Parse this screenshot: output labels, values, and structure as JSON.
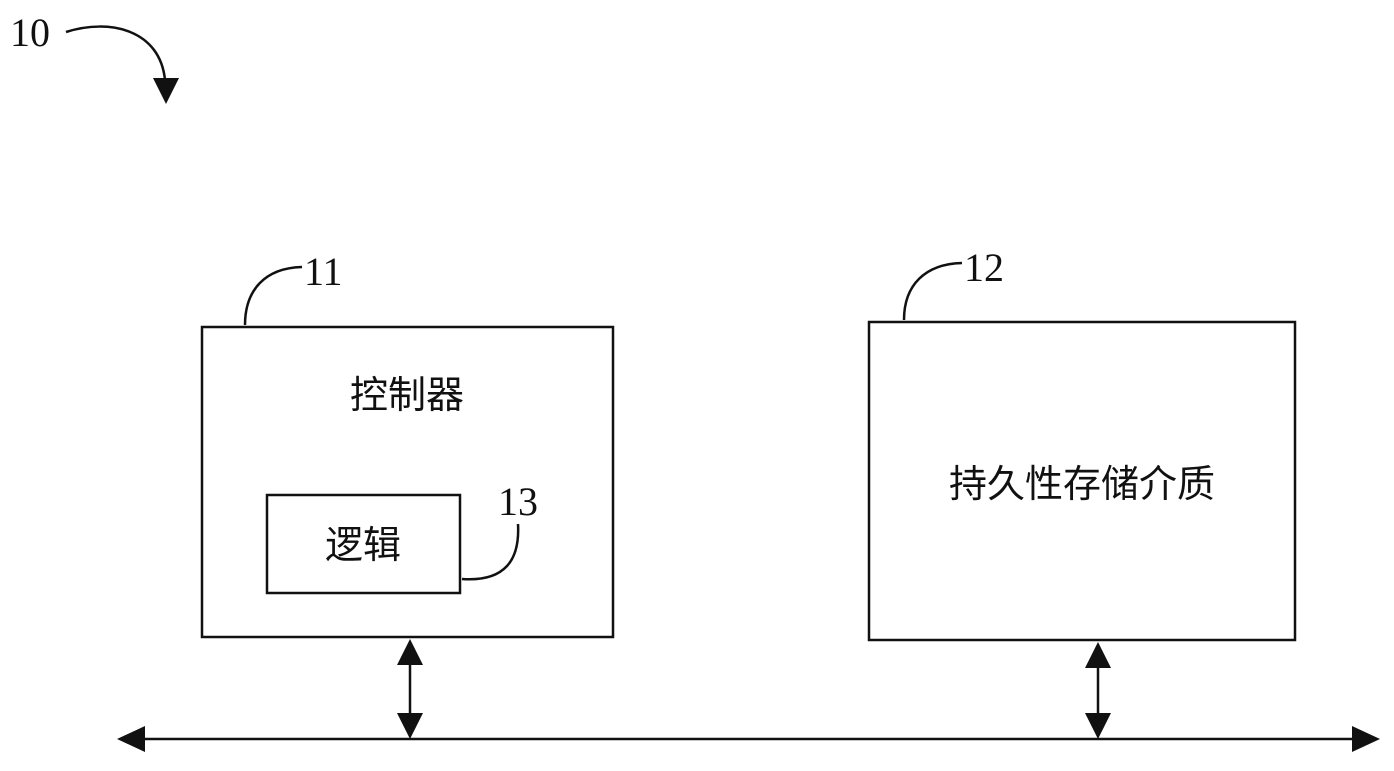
{
  "diagram": {
    "reference_numbers": {
      "system": "10",
      "controller": "11",
      "storage": "12",
      "logic": "13"
    },
    "blocks": {
      "controller": "控制器",
      "logic": "逻辑",
      "storage": "持久性存储介质"
    },
    "connections": [
      {
        "from": "controller",
        "to": "bus",
        "direction": "bidirectional"
      },
      {
        "from": "storage",
        "to": "bus",
        "direction": "bidirectional"
      }
    ],
    "bus": {
      "direction": "bidirectional"
    },
    "colors": {
      "stroke": "#111111",
      "background": "#ffffff"
    }
  }
}
